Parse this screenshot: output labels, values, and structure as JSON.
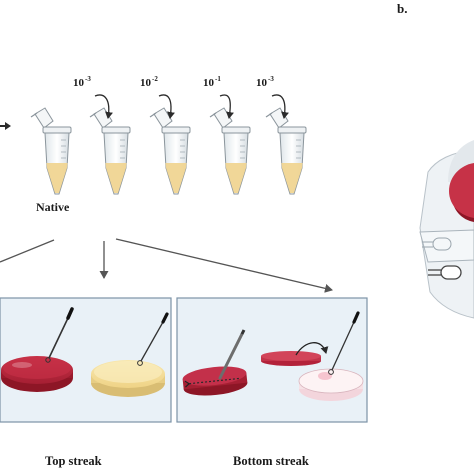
{
  "panel_label_b": "b.",
  "dilutions": [
    {
      "base": "10",
      "exp": "-3"
    },
    {
      "base": "10",
      "exp": "-2"
    },
    {
      "base": "10",
      "exp": "-1"
    },
    {
      "base": "10",
      "exp": "-3"
    }
  ],
  "tube_label": "Native",
  "streaks": {
    "top_label": "Top streak",
    "bottom_label": "Bottom streak"
  },
  "colors": {
    "agar_red": "#b8263a",
    "agar_yellow": "#f6e2a0",
    "panel_bg": "#e9f1f7",
    "panel_border": "#7c93a7",
    "tube_liquid": "#f0d592"
  }
}
